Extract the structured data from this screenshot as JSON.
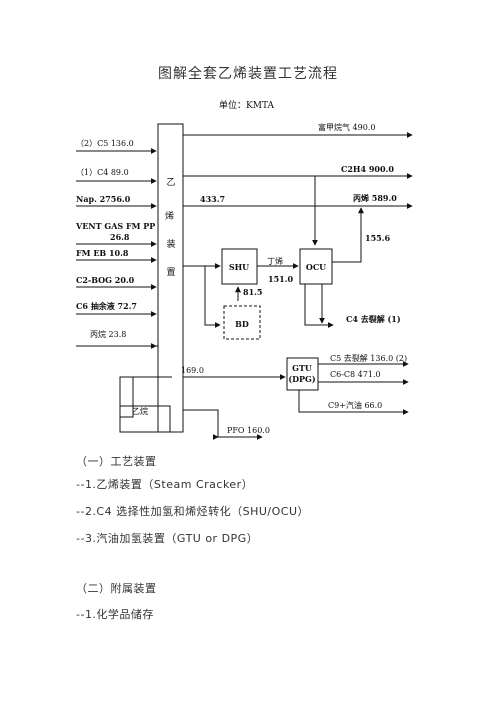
{
  "title": "图解全套乙烯装置工艺流程",
  "unit_label": "单位：KMTA",
  "unit_name": "乙\n烯\n装\n置",
  "boxes": {
    "shu": "SHU",
    "ocu": "OCU",
    "bd": "BD",
    "gtu_line1": "GTU",
    "gtu_line2": "(DPG)"
  },
  "inputs": {
    "c5": "（2）C5   136.0",
    "c4": "（1）C4   89.0",
    "nap": "Nap.   2756.0",
    "vent": "VENT GAS FM PP",
    "vent_value": "26.8",
    "fm_eb": "FM EB   10.8",
    "c2_bog": "C2-BOG   20.0",
    "c6": "C6 抽余液   72.7",
    "propane": "丙烷   23.8"
  },
  "outputs": {
    "h2_ch4": "富甲烷气     490.0",
    "c2h4": "C2H4   900.0",
    "propylene": "丙烯  589.0",
    "c4_raffinate": "C4 去裂解    (1)",
    "c5_cracking": "C5 去裂解 136.0 (2)",
    "c6_c8": "C6-C8   471.0",
    "c9_gasoline": "C9+汽油   66.0",
    "pfo": "PFO   160.0"
  },
  "flows": {
    "v433": "433.7",
    "v155": "155.6",
    "butene": "丁烯",
    "v151": "151.0",
    "v81": "81.5",
    "v169": "169.0",
    "ethane": "乙烷"
  },
  "sections": {
    "s1_title": "（一）工艺装置",
    "s1_item1": "--1.乙烯装置（Steam Cracker）",
    "s1_item2": "--2.C4 选择性加氢和烯烃转化（SHU/OCU）",
    "s1_item3": "--3.汽油加氢装置（GTU or DPG）",
    "s2_title": "（二）附属装置",
    "s2_item1": "--1.化学品储存"
  }
}
